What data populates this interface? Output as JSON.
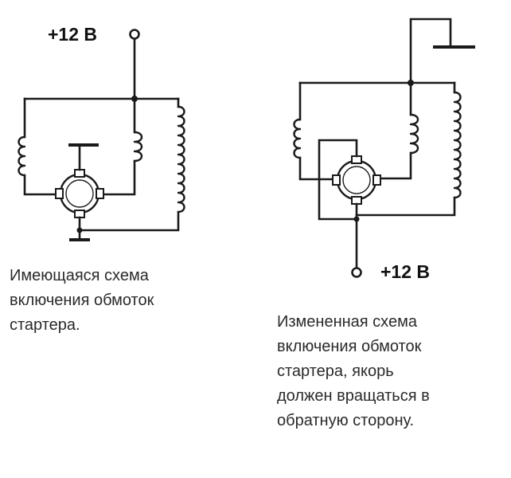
{
  "left_circuit": {
    "supply_label": "+12 В",
    "caption_lines": [
      "Имеющаяся схема",
      "включения обмоток",
      "стартера."
    ]
  },
  "right_circuit": {
    "supply_label": "+12 В",
    "caption_lines": [
      "Измененная схема",
      "включения обмоток",
      "стартера, якорь",
      "должен вращаться в",
      "обратную сторону."
    ]
  }
}
